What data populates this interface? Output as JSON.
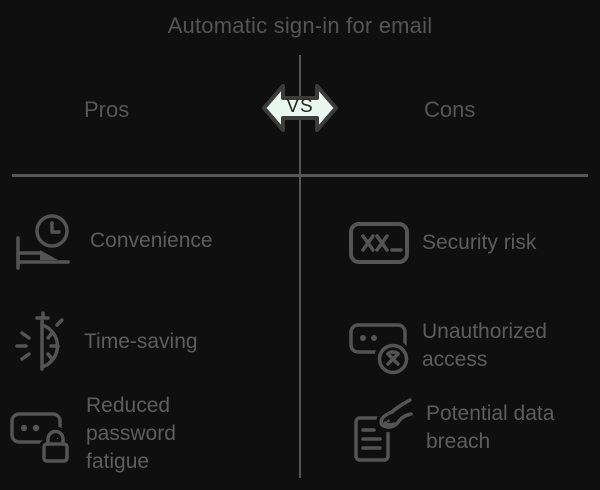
{
  "title": "Automatic sign-in for email",
  "vs_badge": {
    "label": "VS"
  },
  "pros": {
    "header": "Pros",
    "items": [
      {
        "icon": "bed-clock-icon",
        "label": "Convenience",
        "lines": [
          "Convenience"
        ]
      },
      {
        "icon": "stopwatch-speed-icon",
        "label": "Time-saving",
        "lines": [
          "Time-saving"
        ]
      },
      {
        "icon": "password-lock-icon",
        "label": "Reduced password fatigue",
        "lines": [
          "Reduced",
          "password",
          "fatigue"
        ]
      }
    ]
  },
  "cons": {
    "header": "Cons",
    "items": [
      {
        "icon": "password-error-icon",
        "label": "Security risk",
        "lines": [
          "Security risk"
        ]
      },
      {
        "icon": "access-denied-icon",
        "label": "Unauthorized access",
        "lines": [
          "Unauthorized",
          "access"
        ]
      },
      {
        "icon": "document-theft-icon",
        "label": "Potential data breach",
        "lines": [
          "Potential data",
          "breach"
        ]
      }
    ]
  },
  "colors": {
    "background": "#0f0f0f",
    "divider": "#565656",
    "title_text": "#545454",
    "header_text": "#565656",
    "item_text": "#5d5d5d",
    "icon_stroke": "#545454",
    "vs_fill": "#eaf7f1",
    "vs_border": "#3c3c3c",
    "vs_text": "#262626"
  }
}
